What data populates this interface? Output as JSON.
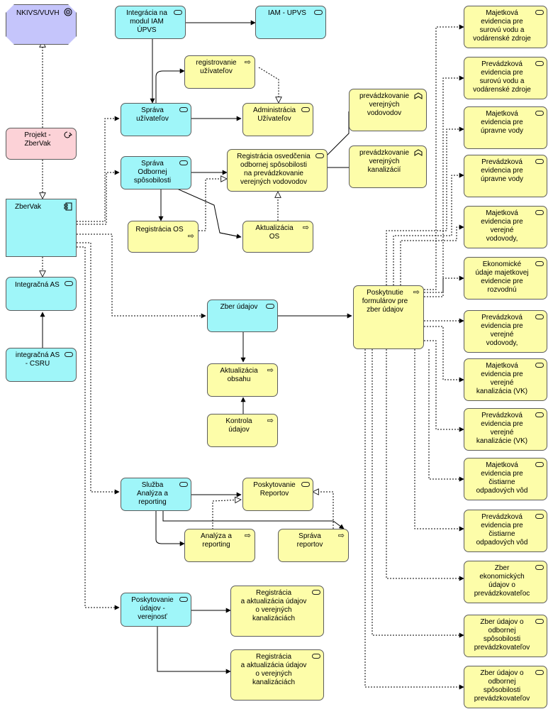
{
  "nodes": {
    "nkivs": "NKIVS/VUVH",
    "projekt": "Projekt -\nZberVak",
    "zbervak": "ZberVak",
    "integracna_as": "Integračná AS",
    "integracna_csru": "integračná AS\n- CSRU",
    "integracia_iam": "Integrácia na\nmodul IAM\nÚPVS",
    "iam_upvs": "IAM - UPVS",
    "registrovanie": "registrovanie\nužívateľov",
    "sprava_uzivatelov": "Správa\nužívateľov",
    "administracia": "Administrácia\nUžívateľov",
    "sprava_os": "Správa\nOdbornej\nspôsobilosti",
    "registracia_osvedcenia": "Registrácia osvedčenia\nodbornej spôsobilosti\nna prevádzkovanie\nverejných vodovodov",
    "prev_vodovodov": "prevádzkovanie\nverejných\nvodovodov",
    "prev_kanalizacii": "prevádzkovanie\nverejných\nkanalizácií",
    "registracia_os": "Registrácia OS",
    "aktualizacia_os": "Aktualizácia\nOS",
    "zber_udajov": "Zber údajov",
    "poskytnutie_formularov": "Poskytnutie\nformulárov pre\nzber údajov",
    "aktualizacia_obsahu": "Aktualizácia\nobsahu",
    "kontrola_udajov": "Kontrola\núdajov",
    "sluzba_analyza": "Služba\nAnalýza a\nreporting",
    "poskytovanie_reportov": "Poskytovanie\nReportov",
    "analyza_reporting": "Analýza a\nreporting",
    "sprava_reportov": "Správa\nreportov",
    "poskytovanie_verejnost": "Poskytovanie\núdajov -\nverejnosť",
    "registracia_kanal_1": "Registrácia\na aktualizácia údajov\no verejných\nkanalizáciách",
    "registracia_kanal_2": "Registrácia\na aktualizácia údajov\no verejných\nkanalizáciách"
  },
  "right_column": [
    "Majetková\nevidencia pre\nsurovú vodu a\nvodárenské zdroje",
    "Prevádzková\nevidencia pre\nsurovú vodu a\nvodárenské zdroje",
    "Majetková\nevidencia pre\núpravne vody",
    "Prevádzková\nevidencia pre\núpravne vody",
    "Majetková\nevidencia pre\nverejné\nvodovody,",
    "Ekonomické\núdaje majetkovej\nevidencie pre\nrozvodnú",
    "Prevádzková\nevidencia pre\nverejné\nvodovody,",
    "Majetková\nevidencia pre\nverejné\nkanalizácia (VK)",
    "Prevádzková\nevidencia pre\nverejné\nkanalizácie (VK)",
    "Majetková\nevidencia pre\nčistiarne\nodpadových vôd",
    "Prevádzková\nevidencia pre\nčistiarne\nodpadových vôd",
    "Zber\nekonomických\núdajov o\nprevádzkovateľoc",
    "Zber údajov o\nodbornej\nspôsobilosti\nprevádzkovateľov",
    "Zber údajov o\nodbornej\nspôsobilosti\nprevádzkovateľov"
  ],
  "icons": {
    "goal": "target-icon",
    "work_package": "loop-arrow-icon",
    "component": "component-icon",
    "service": "pill-icon",
    "process": "arrow-icon",
    "function": "chevron-up-icon"
  },
  "colors": {
    "application": "#9ff6f9",
    "business": "#fdfda9",
    "project": "#fcd2d7",
    "motivation": "#c5c5fb"
  }
}
